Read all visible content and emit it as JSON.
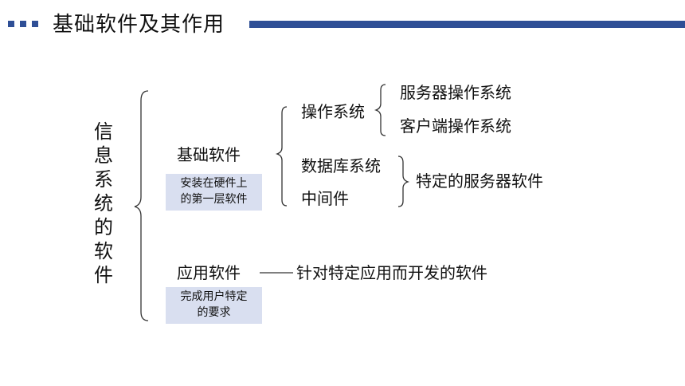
{
  "header": {
    "title": "基础软件及其作用",
    "accent_color": "#2f4f96"
  },
  "diagram": {
    "root": "信息系统的软件",
    "basic": {
      "label": "基础软件",
      "note_line1": "安装在硬件上",
      "note_line2": "的第一层软件",
      "os": {
        "label": "操作系统",
        "children": [
          "服务器操作系统",
          "客户端操作系统"
        ]
      },
      "database": "数据库系统",
      "middleware": "中间件",
      "server_software": "特定的服务器软件"
    },
    "application": {
      "label": "应用软件",
      "note_line1": "完成用户特定",
      "note_line2": "的要求",
      "description": "针对特定应用而开发的软件"
    },
    "note_box_color": "#d9dff0"
  }
}
